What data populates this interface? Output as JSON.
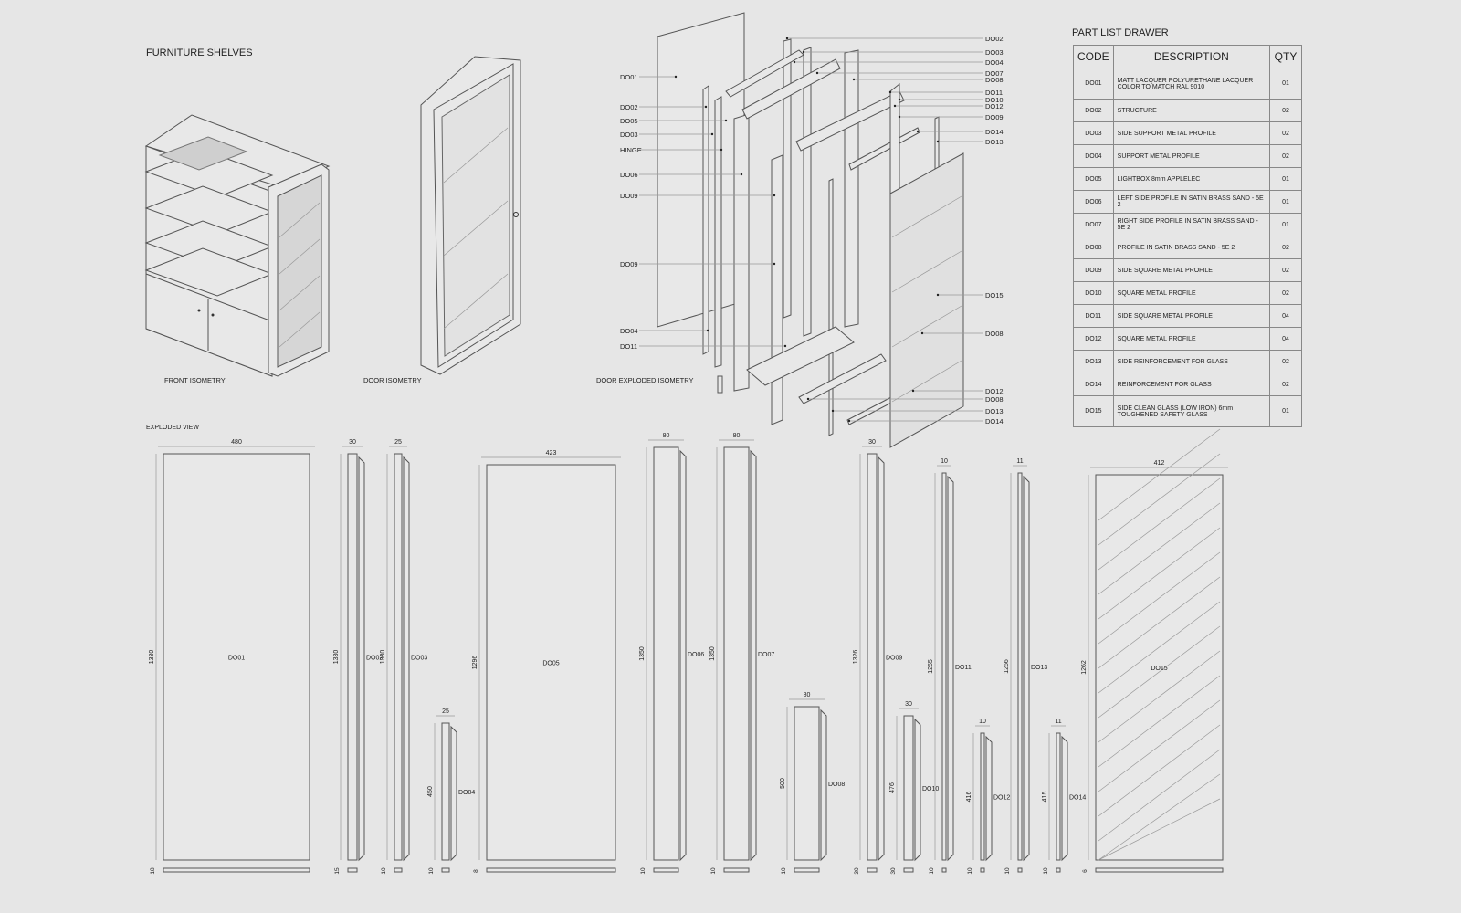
{
  "titles": {
    "main": "FURNITURE SHELVES",
    "front_isometry": "FRONT ISOMETRY",
    "door_isometry": "DOOR ISOMETRY",
    "door_exploded": "DOOR EXPLODED ISOMETRY",
    "exploded_view": "EXPLODED VIEW"
  },
  "exploded_labels_left": [
    "DO01",
    "DO02",
    "DO05",
    "DO03",
    "HINGE",
    "DO06",
    "DO09",
    "DO09",
    "DO04",
    "DO11"
  ],
  "exploded_labels_right": [
    "DO02",
    "DO03",
    "DO04",
    "DO07",
    "DO08",
    "DO11",
    "DO10",
    "DO12",
    "DO09",
    "DO14",
    "DO13",
    "DO15",
    "DO08",
    "DO12",
    "DO08",
    "DO13",
    "DO14"
  ],
  "part_list": {
    "title": "PART LIST DRAWER",
    "headers": {
      "code": "CODE",
      "description": "DESCRIPTION",
      "qty": "QTY"
    },
    "rows": [
      {
        "code": "DO01",
        "description": "MATT LACQUER POLYURETHANE LACQUER COLOR TO MATCH RAL 9010",
        "qty": "01"
      },
      {
        "code": "DO02",
        "description": "STRUCTURE",
        "qty": "02"
      },
      {
        "code": "DO03",
        "description": "SIDE SUPPORT METAL PROFILE",
        "qty": "02"
      },
      {
        "code": "DO04",
        "description": "SUPPORT METAL PROFILE",
        "qty": "02"
      },
      {
        "code": "DO05",
        "description": "LIGHTBOX 8mm APPLELEC",
        "qty": "01"
      },
      {
        "code": "DO06",
        "description": "LEFT SIDE PROFILE IN SATIN BRASS SAND - 5E 2",
        "qty": "01"
      },
      {
        "code": "DO07",
        "description": "RIGHT SIDE PROFILE IN SATIN BRASS SAND - 5E 2",
        "qty": "01"
      },
      {
        "code": "DO08",
        "description": "PROFILE IN SATIN BRASS SAND - 5E 2",
        "qty": "02"
      },
      {
        "code": "DO09",
        "description": "SIDE SQUARE METAL PROFILE",
        "qty": "02"
      },
      {
        "code": "DO10",
        "description": "SQUARE METAL PROFILE",
        "qty": "02"
      },
      {
        "code": "DO11",
        "description": "SIDE SQUARE METAL PROFILE",
        "qty": "04"
      },
      {
        "code": "DO12",
        "description": "SQUARE METAL PROFILE",
        "qty": "04"
      },
      {
        "code": "DO13",
        "description": "SIDE REINFORCEMENT FOR GLASS",
        "qty": "02"
      },
      {
        "code": "DO14",
        "description": "REINFORCEMENT FOR GLASS",
        "qty": "02"
      },
      {
        "code": "DO15",
        "description": "SIDE CLEAN GLASS (LOW IRON) 6mm TOUGHENED SAFETY GLASS",
        "qty": "01"
      }
    ]
  },
  "parts": [
    {
      "code": "DO01",
      "width": "480",
      "height": "1330",
      "depth": "18"
    },
    {
      "code": "DO02",
      "width": "30",
      "height": "1330",
      "depth": "15"
    },
    {
      "code": "DO03",
      "width": "25",
      "height": "1330",
      "depth": "10"
    },
    {
      "code": "DO04",
      "width": "25",
      "height": "450",
      "depth": "10"
    },
    {
      "code": "DO05",
      "width": "423",
      "height": "1296",
      "depth": "8"
    },
    {
      "code": "DO06",
      "width": "80",
      "height": "1350",
      "depth": "10"
    },
    {
      "code": "DO07",
      "width": "80",
      "height": "1350",
      "depth": "10"
    },
    {
      "code": "DO08",
      "width": "80",
      "height": "500",
      "depth": "10"
    },
    {
      "code": "DO09",
      "width": "30",
      "height": "1326",
      "depth": "30"
    },
    {
      "code": "DO10",
      "width": "30",
      "height": "476",
      "depth": "30"
    },
    {
      "code": "DO11",
      "width": "10",
      "height": "1265",
      "depth": "10"
    },
    {
      "code": "DO12",
      "width": "10",
      "height": "416",
      "depth": "10"
    },
    {
      "code": "DO13",
      "width": "11",
      "height": "1266",
      "depth": "10"
    },
    {
      "code": "DO14",
      "width": "11",
      "height": "415",
      "depth": "10"
    },
    {
      "code": "DO15",
      "width": "412",
      "height": "1262",
      "depth": "6"
    }
  ]
}
